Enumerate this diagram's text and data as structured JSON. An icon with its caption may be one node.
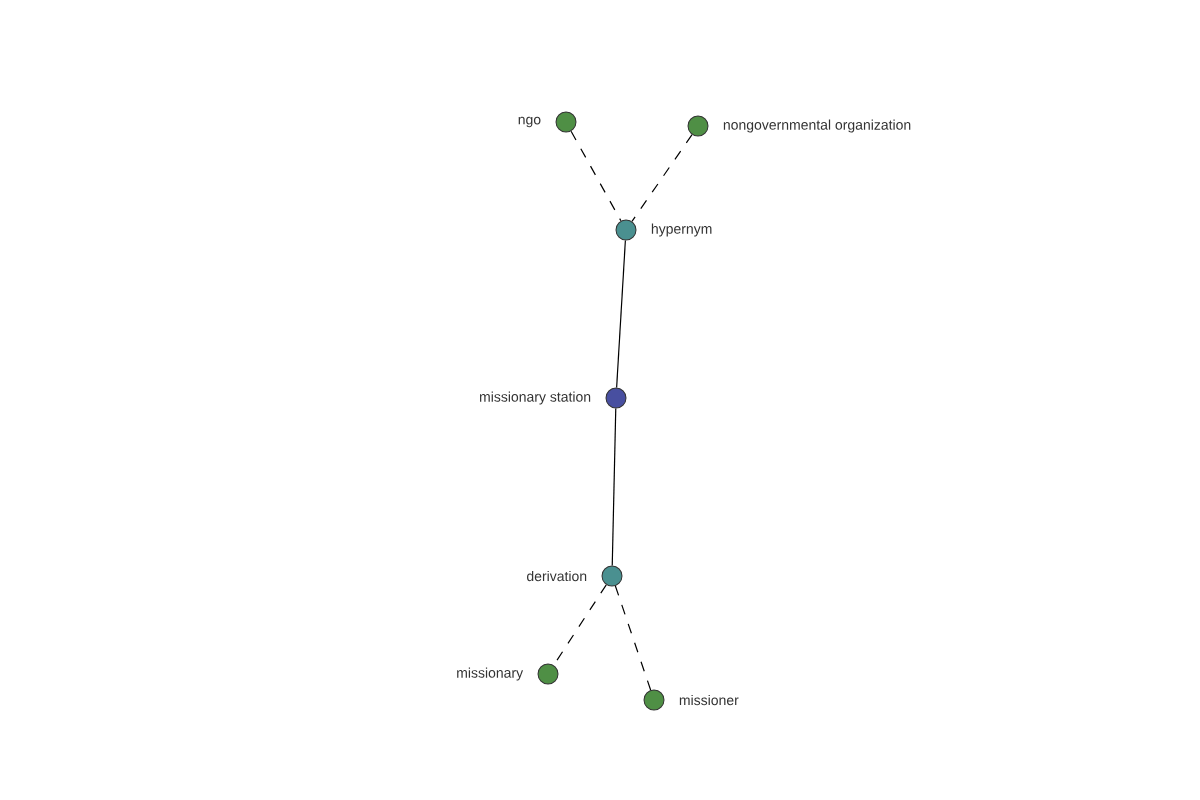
{
  "diagram": {
    "nodes": [
      {
        "text": [
          "ngo"
        ]
      },
      {
        "text": [
          "nongovernmental organization"
        ]
      },
      {
        "text": [
          "hypernym"
        ]
      },
      {
        "text": [
          "missionary station"
        ]
      },
      {
        "text": [
          "derivation"
        ]
      },
      {
        "text": [
          "missionary"
        ]
      },
      {
        "text": [
          "missioner"
        ]
      }
    ],
    "edges": [
      {
        "from": 0,
        "to": 2,
        "arrow": "none",
        "style": "dashed"
      },
      {
        "from": 1,
        "to": 2,
        "arrow": "none",
        "style": "dashed"
      },
      {
        "from": 2,
        "to": 3,
        "arrow": "none"
      },
      {
        "from": 3,
        "to": 4,
        "arrow": "none"
      },
      {
        "from": 4,
        "to": 5,
        "arrow": "none",
        "style": "dashed"
      },
      {
        "from": 4,
        "to": 6,
        "arrow": "none",
        "style": "dashed"
      }
    ]
  }
}
